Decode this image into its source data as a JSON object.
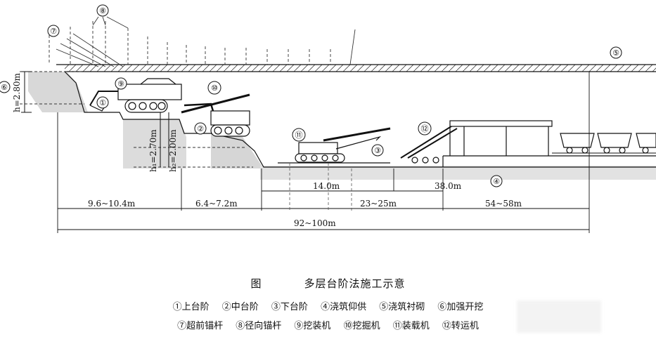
{
  "dimensions": {
    "h": "h=2.80m",
    "h1": "h₁=2.70m",
    "h2": "h₂=2.00m",
    "d_14": "14.0m",
    "d_38": "38.0m",
    "d_9_6": "9.6~10.4m",
    "d_6_4": "6.4~7.2m",
    "d_23": "23~25m",
    "d_54": "54~58m",
    "d_92": "92~100m"
  },
  "markers": {
    "m1": "①",
    "m2": "②",
    "m3": "③",
    "m4": "④",
    "m5": "⑤",
    "m6": "⑥",
    "m7": "⑦",
    "m8": "⑧",
    "m9": "⑨",
    "m10": "⑩",
    "m11": "⑪",
    "m12": "⑫"
  },
  "caption": {
    "figure": "图",
    "title": "多层台阶法施工示意"
  },
  "legend": {
    "row1": [
      "①上台阶",
      "②中台阶",
      "③下台阶",
      "④浇筑仰供",
      "⑤浇筑衬砌",
      "⑥加强开挖"
    ],
    "row2": [
      "⑦超前锚杆",
      "⑧径向锚杆",
      "⑨挖装机",
      "⑩挖掘机",
      "⑪装载机",
      "⑫转运机"
    ]
  }
}
